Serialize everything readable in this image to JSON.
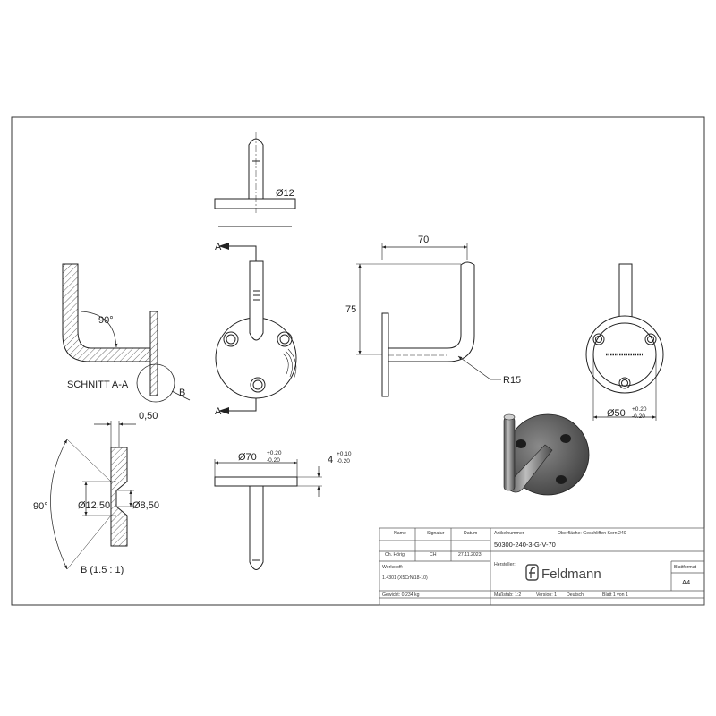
{
  "views": {
    "section_label": "SCHNITT A-A",
    "detail_marker": "B",
    "detail_label": "B (1.5 : 1)",
    "section_marker_top": "A",
    "section_marker_bottom": "A",
    "angle_section": "90°",
    "angle_detail": "90°"
  },
  "dimensions": {
    "pin_diameter": "Ø12",
    "width": "70",
    "height": "75",
    "radius": "R15",
    "plate_diameter": "Ø70",
    "plate_diameter_tol_upper": "+0.20",
    "plate_diameter_tol_lower": "-0.20",
    "plate_thickness": "4",
    "plate_thickness_tol_upper": "+0.10",
    "plate_thickness_tol_lower": "-0.20",
    "hole_circle": "Ø50",
    "hole_circle_tol_upper": "+0.20",
    "hole_circle_tol_lower": "-0.20",
    "chamfer_depth": "0,50",
    "countersink_diameter": "Ø12,50",
    "hole_diameter": "Ø8,50"
  },
  "title_block": {
    "col_name": "Name",
    "col_signature": "Signatur",
    "col_date": "Datum",
    "name_value": "Ch. Hörig",
    "signature_value": "CH",
    "date_value": "27.11.2023",
    "article_label": "Artikelnummer",
    "surface_label": "Oberfläche:  Geschliffen Korn 240",
    "article_number": "50300-240-3-G-V-70",
    "material_label": "Werkstoff:",
    "material_value": "1.4301 (X5CrNi18-10)",
    "manufacturer_label": "Hersteller:",
    "brand": "Feldmann",
    "format_label": "Blattformat",
    "format_value": "A4",
    "weight": "Gewicht: 0.234 kg",
    "scale": "Maßstab: 1:2",
    "version": "Version: 1",
    "language": "Deutsch",
    "sheet": "Blatt 1 von 1"
  }
}
